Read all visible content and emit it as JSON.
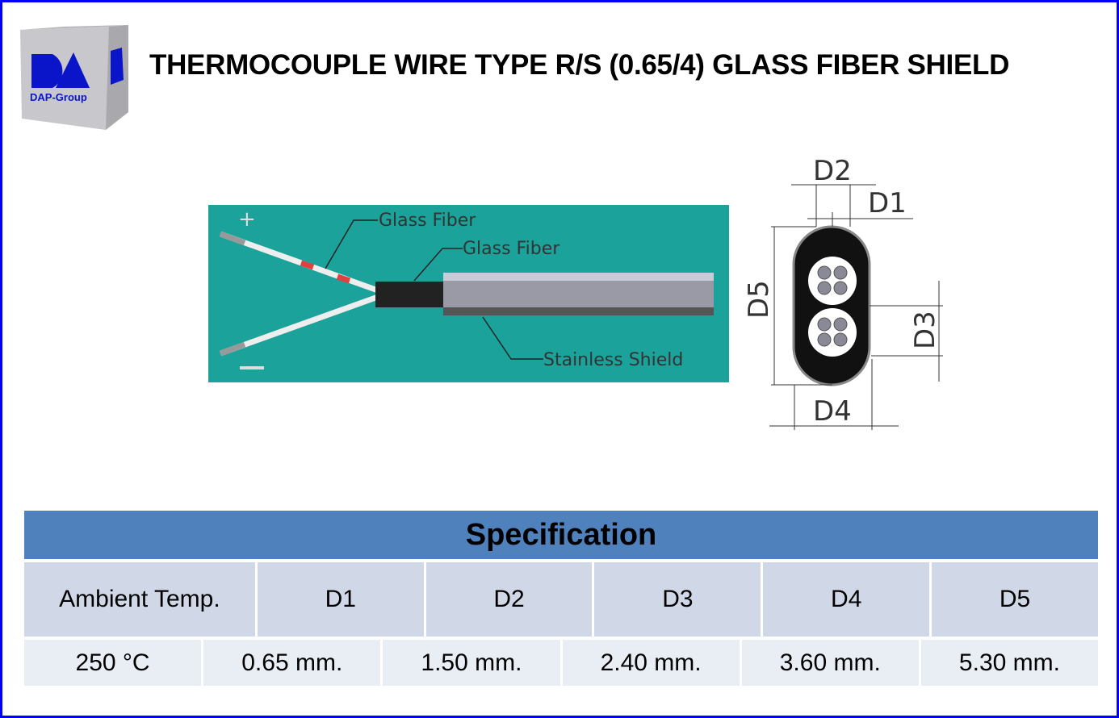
{
  "logo": {
    "text": "DAP-Group",
    "color": "#0a14c8"
  },
  "title": "THERMOCOUPLE WIRE TYPE R/S (0.65/4) GLASS FIBER SHIELD",
  "diagram": {
    "labels": [
      "Glass Fiber",
      "Glass Fiber",
      "Stainless Shield"
    ],
    "plus": "+",
    "minus": "−",
    "background": "#1ba39b"
  },
  "cross_section": {
    "labels": [
      "D2",
      "D1",
      "D5",
      "D3",
      "D4"
    ]
  },
  "spec": {
    "heading": "Specification",
    "headers": [
      "Ambient Temp.",
      "D1",
      "D2",
      "D3",
      "D4",
      "D5"
    ],
    "values": [
      "250 °C",
      "0.65 mm.",
      "1.50 mm.",
      "2.40 mm.",
      "3.60 mm.",
      "5.30 mm."
    ],
    "header_color": "#4f81bd"
  }
}
